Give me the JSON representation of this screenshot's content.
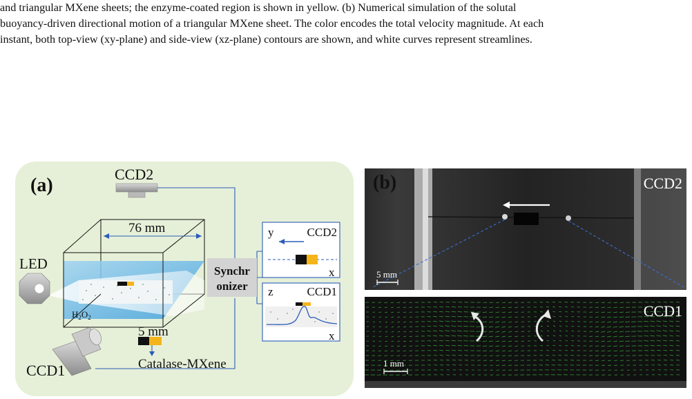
{
  "caption": {
    "line1": "and triangular MXene sheets; the enzyme-coated region is shown in yellow. (b) Numerical simulation of the solutal",
    "line2": "buoyancy-driven directional motion of a triangular MXene sheet. The color encodes the total velocity magnitude. At each",
    "line3": "instant, both top-view (xy-plane) and side-view (xz-plane) contours are shown, and white curves represent streamlines."
  },
  "panel_a": {
    "label": "(a)",
    "ccd2": "CCD2",
    "ccd1": "CCD1",
    "led": "LED",
    "dimension": "76 mm",
    "h2o2_main": "H",
    "h2o2_sub1": "2",
    "h2o2_mid": "O",
    "h2o2_sub2": "2",
    "scale": "5 mm",
    "catalase": "Catalase-MXene",
    "synchronizer_line1": "Synchr",
    "synchronizer_line2": "onizer",
    "inset_top": {
      "axis_y": "y",
      "axis_x": "x",
      "camera": "CCD2"
    },
    "inset_bottom": {
      "axis_z": "z",
      "axis_x": "x",
      "camera": "CCD1"
    }
  },
  "panel_b": {
    "label": "(b)",
    "top": {
      "camera": "CCD2",
      "scale": "5 mm"
    },
    "bottom": {
      "camera": "CCD1",
      "scale": "1 mm"
    }
  },
  "colors": {
    "panel_bg": "#e6f0d8",
    "yellow": "#f4b41a",
    "water": "#7ec2ea",
    "wire": "#2a5cb8"
  }
}
